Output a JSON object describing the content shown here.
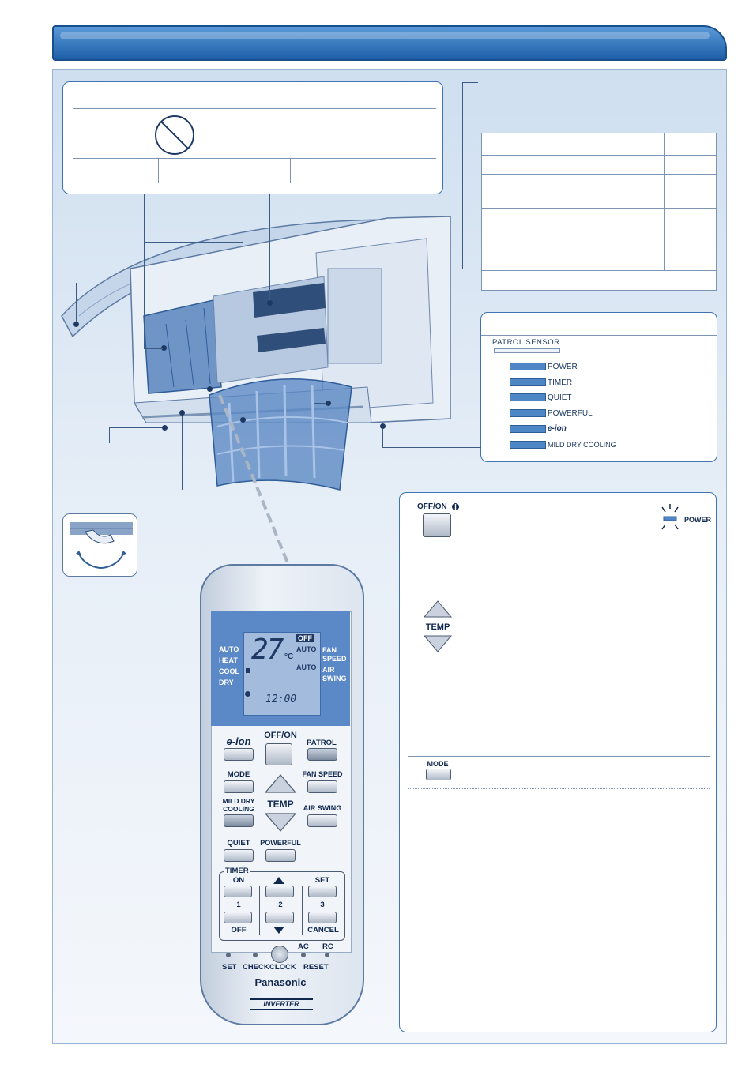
{
  "status_panel": {
    "patrol_sensor_label": "PATROL SENSOR",
    "indicators": [
      "POWER",
      "TIMER",
      "QUIET",
      "POWERFUL",
      "e-ion",
      "MILD DRY COOLING"
    ]
  },
  "off_on_section": {
    "button_label": "OFF/ON",
    "indicator_label": "POWER"
  },
  "temp_section": {
    "button_label": "TEMP"
  },
  "mode_section": {
    "button_label": "MODE"
  },
  "remote": {
    "display": {
      "modes": [
        "AUTO",
        "HEAT",
        "COOL",
        "DRY"
      ],
      "off_badge": "OFF",
      "temperature": "27",
      "unit": "°C",
      "fan_value": "AUTO",
      "fan_label": [
        "FAN",
        "SPEED"
      ],
      "swing_value": "AUTO",
      "swing_label": [
        "AIR",
        "SWING"
      ],
      "clock": "12:00"
    },
    "buttons": {
      "eion": "e-ion",
      "off_on": "OFF/ON",
      "patrol": "PATROL",
      "mode": "MODE",
      "fan_speed": "FAN SPEED",
      "mild_dry_cooling": [
        "MILD DRY",
        "COOLING"
      ],
      "temp": "TEMP",
      "air_swing": "AIR SWING",
      "quiet": "QUIET",
      "powerful": "POWERFUL",
      "timer": "TIMER",
      "on": "ON",
      "set": "SET",
      "one": "1",
      "two": "2",
      "three": "3",
      "off": "OFF",
      "cancel": "CANCEL"
    },
    "bottom": {
      "set": "SET",
      "check": "CHECK",
      "clock": "CLOCK",
      "ac": "AC",
      "rc": "RC",
      "reset": "RESET"
    },
    "brand": "Panasonic",
    "logo": "INVERTER"
  },
  "colors": {
    "header": "#2a6bb5",
    "panel": "#dbe6f3",
    "lcd": "#5b88c6",
    "accent": "#3f73b1"
  }
}
